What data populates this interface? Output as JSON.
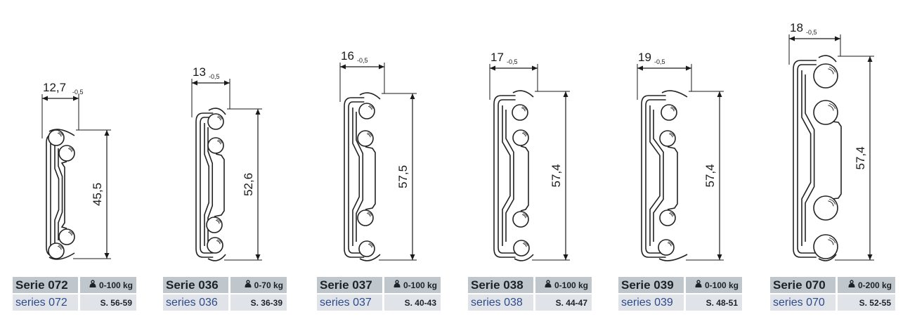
{
  "load_icon": "weight-icon",
  "items": [
    {
      "id": "072",
      "width": "12,7",
      "width_tol": "-0,5",
      "height": "45,5",
      "series": "Serie 072",
      "series_sub": "series 072",
      "load": "0-100 kg",
      "page": "S. 56-59"
    },
    {
      "id": "036",
      "width": "13",
      "width_tol": "-0,5",
      "height": "52,6",
      "series": "Serie 036",
      "series_sub": "series 036",
      "load": "0-70 kg",
      "page": "S. 36-39"
    },
    {
      "id": "037",
      "width": "16",
      "width_tol": "-0,5",
      "height": "57,5",
      "series": "Serie 037",
      "series_sub": "series 037",
      "load": "0-100 kg",
      "page": "S. 40-43"
    },
    {
      "id": "038",
      "width": "17",
      "width_tol": "-0,5",
      "height": "57,4",
      "series": "Serie 038",
      "series_sub": "series 038",
      "load": "0-100 kg",
      "page": "S. 44-47"
    },
    {
      "id": "039",
      "width": "19",
      "width_tol": "-0,5",
      "height": "57,4",
      "series": "Serie 039",
      "series_sub": "series 039",
      "load": "0-100 kg",
      "page": "S. 48-51"
    },
    {
      "id": "070",
      "width": "18",
      "width_tol": "-0,5",
      "height": "57,4",
      "series": "Serie 070",
      "series_sub": "series 070",
      "load": "0-200 kg",
      "page": "S. 52-55"
    }
  ]
}
